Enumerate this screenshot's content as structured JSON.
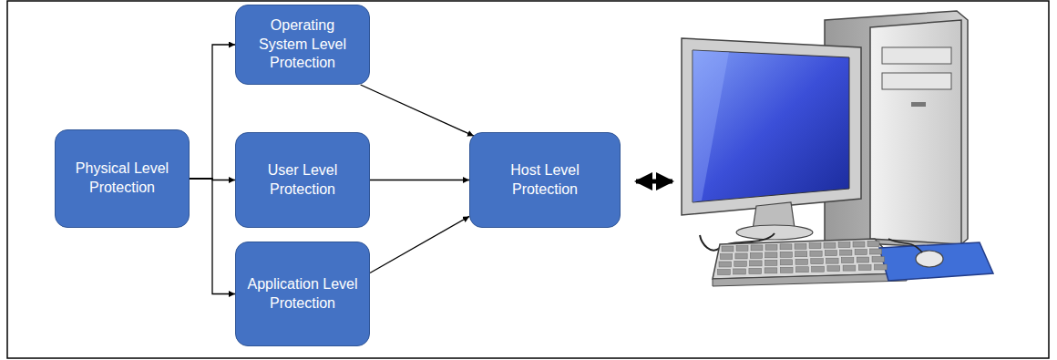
{
  "diagram": {
    "nodes": [
      {
        "text": [
          "Physical Level Protection"
        ]
      },
      {
        "text": [
          "Operating System Level Protection"
        ]
      },
      {
        "text": [
          "User Level Protection"
        ]
      },
      {
        "text": [
          "Application Level Protection"
        ]
      },
      {
        "text": [
          "Host Level Protection"
        ]
      }
    ],
    "edges": [
      {
        "from": 0,
        "to": 1,
        "arrow": "to"
      },
      {
        "from": 0,
        "to": 2,
        "arrow": "to"
      },
      {
        "from": 0,
        "to": 3,
        "arrow": "to"
      },
      {
        "from": 1,
        "to": 4,
        "arrow": "to"
      },
      {
        "from": 2,
        "to": 4,
        "arrow": "to"
      },
      {
        "from": 3,
        "to": 4,
        "arrow": "to"
      }
    ]
  }
}
